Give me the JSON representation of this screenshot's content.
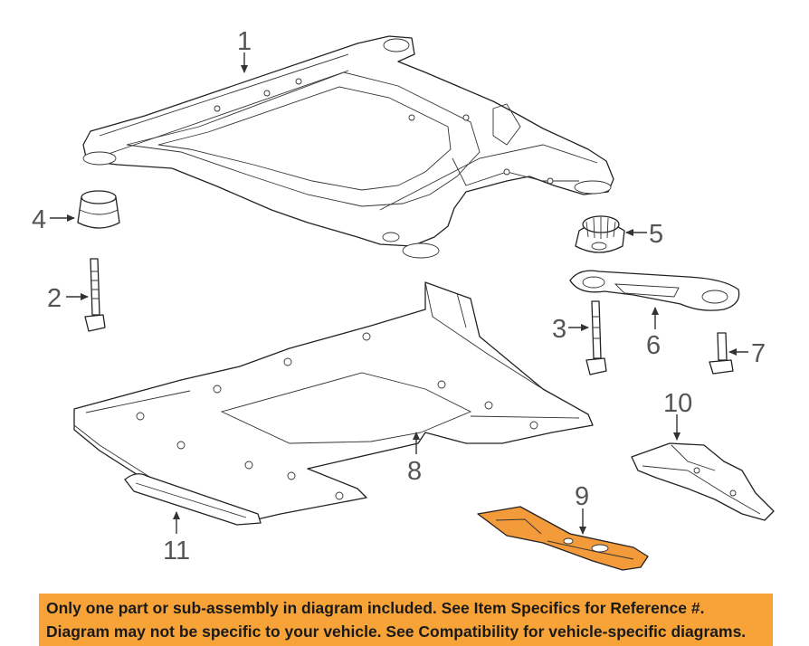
{
  "callouts": {
    "c1": "1",
    "c2": "2",
    "c3": "3",
    "c4": "4",
    "c5": "5",
    "c6": "6",
    "c7": "7",
    "c8": "8",
    "c9": "9",
    "c10": "10",
    "c11": "11"
  },
  "notice": {
    "line1": "Only one part or sub-assembly in diagram included. See Item Specifics for Reference #.",
    "line2": "Diagram may not be specific to your vehicle. See Compatibility for vehicle-specific diagrams."
  },
  "colors": {
    "highlight": "#f39a3a",
    "banner": "#f7a338",
    "callout_text": "#555555"
  }
}
